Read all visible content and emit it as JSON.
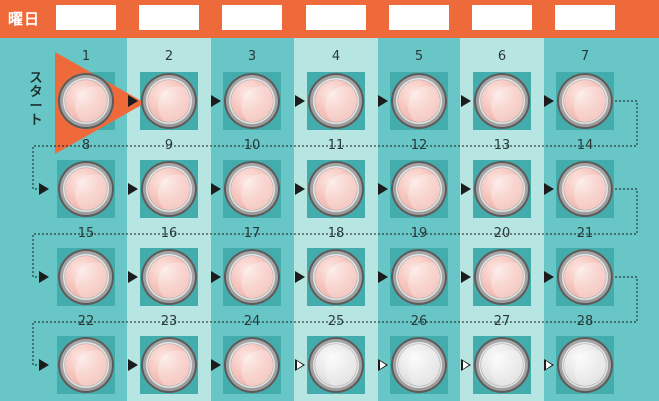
{
  "header": {
    "weekday_label": "曜日",
    "weekday_boxes": 7
  },
  "start_label": [
    "ス",
    "タ",
    "ー",
    "ト"
  ],
  "legend_colors": {
    "header": "#ef6a3b",
    "active_pill": "#f3b8ae",
    "placebo_pill": "#e2e2e2"
  },
  "rows": [
    [
      {
        "day": "1",
        "type": "active"
      },
      {
        "day": "2",
        "type": "active"
      },
      {
        "day": "3",
        "type": "active"
      },
      {
        "day": "4",
        "type": "active"
      },
      {
        "day": "5",
        "type": "active"
      },
      {
        "day": "6",
        "type": "active"
      },
      {
        "day": "7",
        "type": "active"
      }
    ],
    [
      {
        "day": "8",
        "type": "active"
      },
      {
        "day": "9",
        "type": "active"
      },
      {
        "day": "10",
        "type": "active"
      },
      {
        "day": "11",
        "type": "active"
      },
      {
        "day": "12",
        "type": "active"
      },
      {
        "day": "13",
        "type": "active"
      },
      {
        "day": "14",
        "type": "active"
      }
    ],
    [
      {
        "day": "15",
        "type": "active"
      },
      {
        "day": "16",
        "type": "active"
      },
      {
        "day": "17",
        "type": "active"
      },
      {
        "day": "18",
        "type": "active"
      },
      {
        "day": "19",
        "type": "active"
      },
      {
        "day": "20",
        "type": "active"
      },
      {
        "day": "21",
        "type": "active"
      }
    ],
    [
      {
        "day": "22",
        "type": "active"
      },
      {
        "day": "23",
        "type": "active"
      },
      {
        "day": "24",
        "type": "active"
      },
      {
        "day": "25",
        "type": "placebo"
      },
      {
        "day": "26",
        "type": "placebo"
      },
      {
        "day": "27",
        "type": "placebo"
      },
      {
        "day": "28",
        "type": "placebo"
      }
    ]
  ]
}
